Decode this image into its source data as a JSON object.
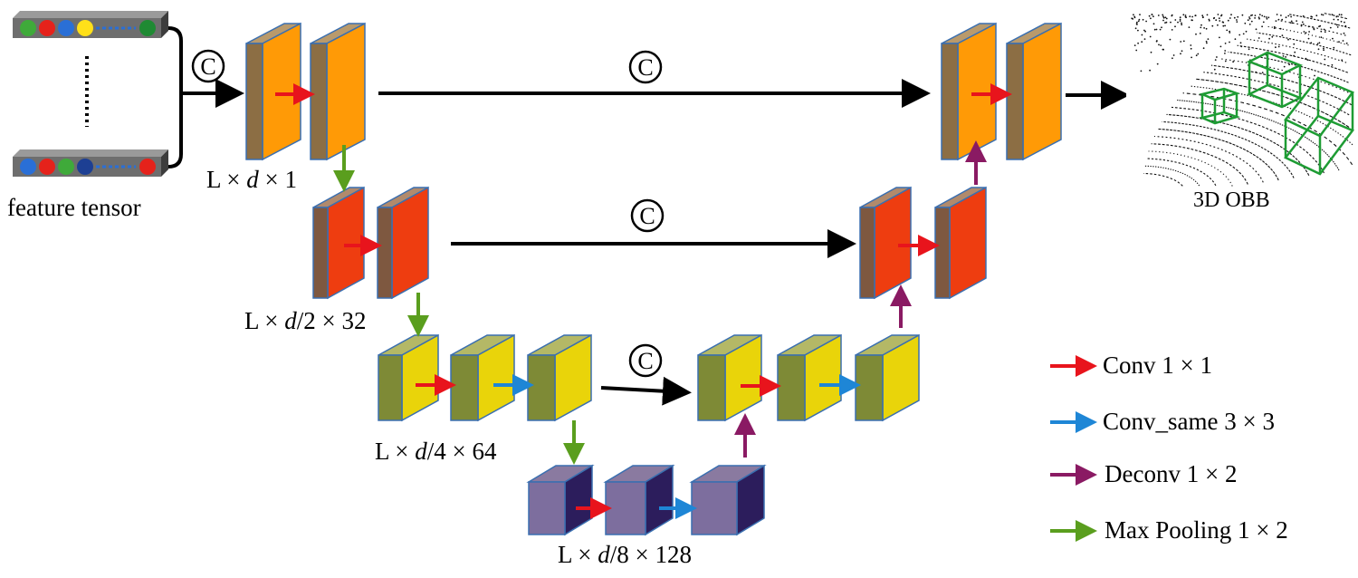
{
  "inputs": {
    "label": "feature tensor"
  },
  "concat_symbol": "C",
  "output": {
    "label": "3D OBB"
  },
  "levels": [
    {
      "L": "L",
      "mul": "×",
      "d": "d",
      "rest": "× 1"
    },
    {
      "L": "L",
      "mul": "×",
      "d": "d",
      "rest": "/2 × 32"
    },
    {
      "L": "L",
      "mul": "×",
      "d": "d",
      "rest": "/4 × 64"
    },
    {
      "L": "L",
      "mul": "×",
      "d": "d",
      "rest": "/8 × 128"
    }
  ],
  "legend": [
    {
      "label": "Conv 1 × 1",
      "color": "#e8141c"
    },
    {
      "label": "Conv_same 3 × 3",
      "color": "#1e86d6"
    },
    {
      "label": "Deconv 1 × 2",
      "color": "#8a1a63"
    },
    {
      "label": "Max Pooling 1 × 2",
      "color": "#5a9e1e"
    }
  ],
  "colors": {
    "level1": "#ff9a06",
    "level2": "#ee3d10",
    "level3": "#e9d40a",
    "level4": "#2a1d5c",
    "box_green": "#1e9c34"
  }
}
